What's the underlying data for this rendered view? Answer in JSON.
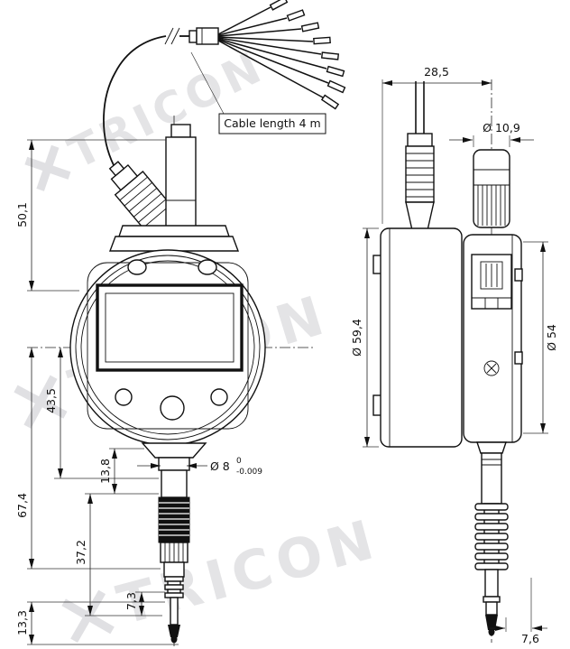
{
  "watermark": {
    "text": "TRICON"
  },
  "callouts": {
    "cable_length": "Cable length 4 m",
    "stem_diameter": "Ø 8",
    "stem_tol_upper": "0",
    "stem_tol_lower": "-0.009"
  },
  "dimensions": {
    "front": {
      "d50_1": "50,1",
      "d43_5": "43,5",
      "d13_8": "13,8",
      "d67_4": "67,4",
      "d37_2": "37,2",
      "d7_3": "7,3",
      "d13_3": "13,3"
    },
    "side": {
      "d28_5": "28,5",
      "d10_9": "Ø 10,9",
      "d59_4": "Ø 59,4",
      "d54": "Ø 54",
      "d7_6": "7,6"
    }
  }
}
